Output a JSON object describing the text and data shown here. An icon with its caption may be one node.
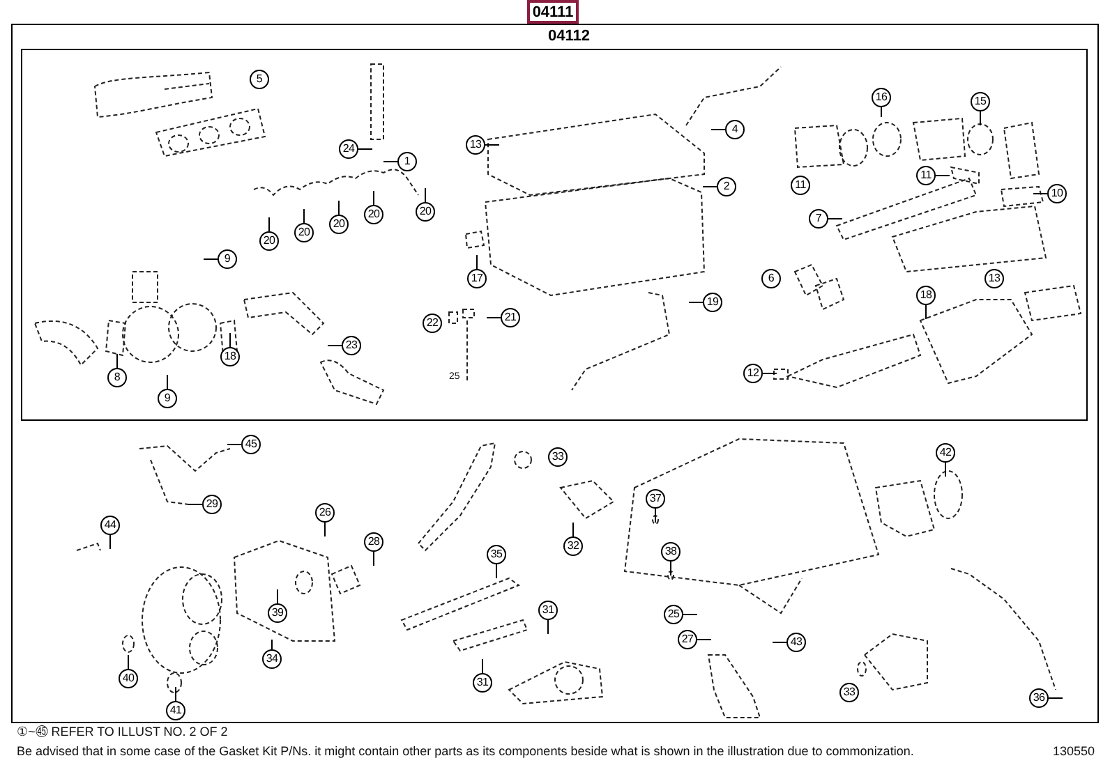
{
  "diagram": {
    "nodes": [
      {
        "text": [
          "04111"
        ]
      },
      {
        "text": [
          "04112"
        ]
      },
      {
        "text": [],
        "shape": "box",
        "in": 1
      },
      {
        "text": [
          "16"
        ],
        "in": 2
      },
      {
        "text": [
          "15"
        ],
        "in": 2
      },
      {
        "text": [
          "4"
        ],
        "in": 2
      },
      {
        "text": [
          "13"
        ],
        "in": 2
      },
      {
        "text": [
          "24"
        ],
        "in": 2
      },
      {
        "text": [
          "1"
        ],
        "in": 2
      },
      {
        "text": [
          "11"
        ],
        "in": 2
      },
      {
        "text": [
          "2"
        ],
        "in": 2
      },
      {
        "text": [
          "10"
        ],
        "in": 2
      },
      {
        "text": [
          "20"
        ],
        "in": 2
      },
      {
        "text": [
          "20"
        ],
        "in": 2
      },
      {
        "text": [
          "7"
        ],
        "in": 2
      },
      {
        "text": [
          "20"
        ],
        "in": 2
      },
      {
        "text": [
          "20"
        ],
        "in": 2
      },
      {
        "text": [
          "20"
        ],
        "in": 2
      },
      {
        "text": [
          "9"
        ],
        "in": 2
      },
      {
        "text": [
          "17"
        ],
        "in": 2
      },
      {
        "text": [
          "18"
        ],
        "in": 2
      },
      {
        "text": [
          "19"
        ],
        "in": 2
      },
      {
        "text": [
          "21"
        ],
        "in": 2
      },
      {
        "text": [
          "23"
        ],
        "in": 2
      },
      {
        "text": [
          "18"
        ],
        "in": 2
      },
      {
        "text": [
          "12"
        ],
        "in": 2
      },
      {
        "text": [
          "8"
        ],
        "in": 2
      },
      {
        "text": [
          "9"
        ],
        "in": 2
      },
      {
        "text": [
          "45"
        ],
        "in": 1
      },
      {
        "text": [
          "42"
        ],
        "in": 1
      },
      {
        "text": [
          "37"
        ],
        "in": 1
      },
      {
        "text": [
          "29"
        ],
        "in": 1
      },
      {
        "text": [
          "26"
        ],
        "in": 1
      },
      {
        "text": [
          "44"
        ],
        "in": 1
      },
      {
        "text": [
          "28"
        ],
        "in": 1
      },
      {
        "text": [
          "32"
        ],
        "in": 1
      },
      {
        "text": [
          "38"
        ],
        "in": 1
      },
      {
        "text": [
          "35"
        ],
        "in": 1
      },
      {
        "text": [
          "31"
        ],
        "in": 1
      },
      {
        "text": [
          "39"
        ],
        "in": 1
      },
      {
        "text": [
          "25"
        ],
        "in": 1
      },
      {
        "text": [
          "27"
        ],
        "in": 1
      },
      {
        "text": [
          "43"
        ],
        "in": 1
      },
      {
        "text": [
          "34"
        ],
        "in": 1
      },
      {
        "text": [
          "40"
        ],
        "in": 1
      },
      {
        "text": [
          "31"
        ],
        "in": 1
      },
      {
        "text": [
          "36"
        ],
        "in": 1
      },
      {
        "text": [
          "41"
        ],
        "in": 1
      },
      {
        "text": [
          "5"
        ],
        "in": 2
      },
      {
        "text": [
          "11"
        ],
        "in": 2
      },
      {
        "text": [
          "6"
        ],
        "in": 2
      },
      {
        "text": [
          "13"
        ],
        "in": 2
      },
      {
        "text": [
          "22"
        ],
        "in": 2
      },
      {
        "text": [
          "33"
        ],
        "in": 1
      },
      {
        "text": [
          "33"
        ],
        "in": 1
      }
    ],
    "edges": [
      {
        "from": 3,
        "to": null,
        "arrow": "none"
      },
      {
        "from": 4,
        "to": null,
        "arrow": "none"
      },
      {
        "from": 5,
        "to": null,
        "arrow": "none"
      },
      {
        "from": 6,
        "to": null,
        "arrow": "none"
      },
      {
        "from": 7,
        "to": null,
        "arrow": "none"
      },
      {
        "from": 8,
        "to": null,
        "arrow": "none"
      },
      {
        "from": 9,
        "to": null,
        "arrow": "none"
      },
      {
        "from": 10,
        "to": null,
        "arrow": "none"
      },
      {
        "from": 11,
        "to": null,
        "arrow": "none"
      },
      {
        "from": 12,
        "to": null,
        "arrow": "none"
      },
      {
        "from": 13,
        "to": null,
        "arrow": "none"
      },
      {
        "from": 14,
        "to": null,
        "arrow": "none"
      },
      {
        "from": 15,
        "to": null,
        "arrow": "none"
      },
      {
        "from": 16,
        "to": null,
        "arrow": "none"
      },
      {
        "from": 17,
        "to": null,
        "arrow": "none"
      },
      {
        "from": 18,
        "to": null,
        "arrow": "none"
      },
      {
        "from": 19,
        "to": null,
        "arrow": "none"
      },
      {
        "from": 20,
        "to": null,
        "arrow": "none"
      },
      {
        "from": 21,
        "to": null,
        "arrow": "none"
      },
      {
        "from": 22,
        "to": null,
        "arrow": "none"
      },
      {
        "from": 23,
        "to": null,
        "arrow": "none"
      },
      {
        "from": 24,
        "to": null,
        "arrow": "none"
      },
      {
        "from": 25,
        "to": null,
        "arrow": "none"
      },
      {
        "from": 26,
        "to": null,
        "arrow": "none"
      },
      {
        "from": 27,
        "to": null,
        "arrow": "none"
      },
      {
        "from": 28,
        "to": null,
        "arrow": "none"
      },
      {
        "from": 29,
        "to": null,
        "arrow": "none"
      },
      {
        "from": 30,
        "to": null,
        "arrow": "none"
      },
      {
        "from": 31,
        "to": null,
        "arrow": "none"
      },
      {
        "from": 32,
        "to": null,
        "arrow": "none"
      },
      {
        "from": 33,
        "to": null,
        "arrow": "none"
      },
      {
        "from": 34,
        "to": null,
        "arrow": "none"
      },
      {
        "from": 35,
        "to": null,
        "arrow": "none"
      },
      {
        "from": 36,
        "to": null,
        "arrow": "none"
      },
      {
        "from": 37,
        "to": null,
        "arrow": "none"
      },
      {
        "from": 38,
        "to": null,
        "arrow": "none"
      },
      {
        "from": 39,
        "to": null,
        "arrow": "none"
      },
      {
        "from": 40,
        "to": null,
        "arrow": "none"
      },
      {
        "from": 41,
        "to": null,
        "arrow": "none"
      },
      {
        "from": 42,
        "to": null,
        "arrow": "none"
      },
      {
        "from": 43,
        "to": null,
        "arrow": "none"
      },
      {
        "from": 44,
        "to": null,
        "arrow": "none"
      },
      {
        "from": 45,
        "to": null,
        "arrow": "none"
      },
      {
        "from": 46,
        "to": null,
        "arrow": "none"
      },
      {
        "from": 47,
        "to": null,
        "arrow": "none"
      }
    ],
    "labels": [
      "25",
      "①~㊺ REFER TO ILLUST NO. 2 OF 2",
      "Be advised that in some case of the Gasket Kit P/Ns. it might contain other parts as its components beside what is shown in the illustration due to commonization.",
      "130550"
    ]
  }
}
